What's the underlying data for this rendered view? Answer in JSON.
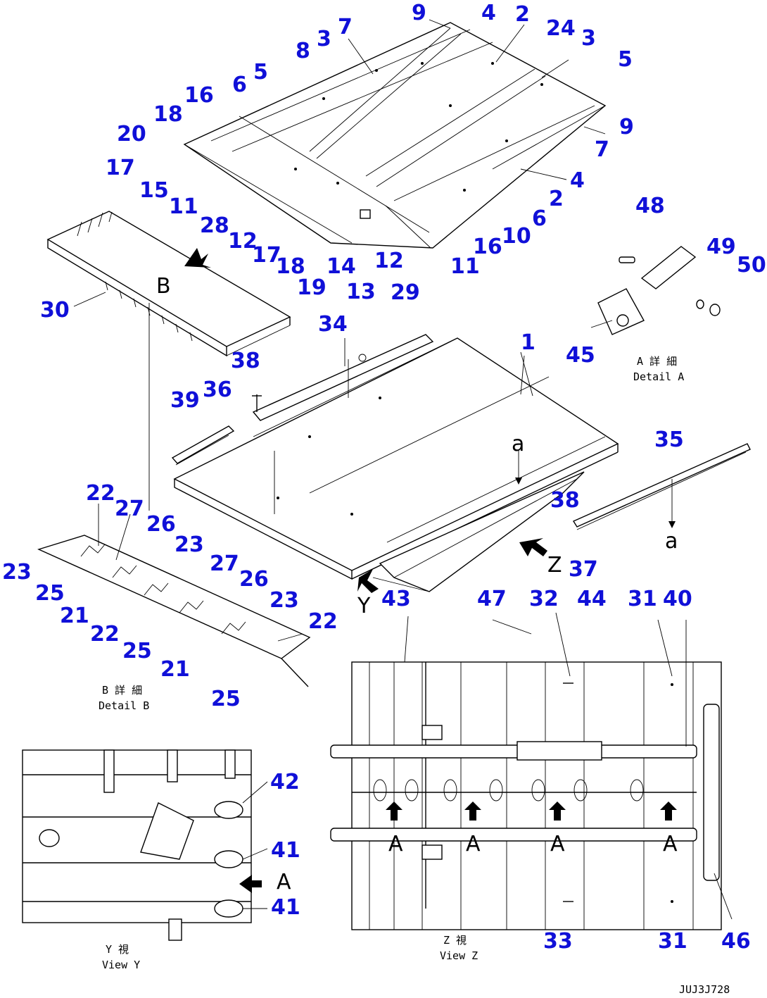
{
  "callouts": {
    "c9a": "9",
    "c4a": "4",
    "c2a": "2",
    "c7a": "7",
    "c3a": "3",
    "c24": "24",
    "c3b": "3",
    "c5a": "5",
    "c8": "8",
    "c5b": "5",
    "c6a": "6",
    "c16a": "16",
    "c18a": "18",
    "c20": "20",
    "c17a": "17",
    "c15": "15",
    "c11a": "11",
    "c28": "28",
    "c12a": "12",
    "c17b": "17",
    "c18b": "18",
    "c19": "19",
    "c14": "14",
    "c13": "13",
    "c12b": "12",
    "c29": "29",
    "c11b": "11",
    "c16b": "16",
    "c10": "10",
    "c6b": "6",
    "c2b": "2",
    "c4b": "4",
    "c7b": "7",
    "c9b": "9",
    "c48": "48",
    "c49": "49",
    "c50": "50",
    "c45": "45",
    "c30": "30",
    "c34": "34",
    "c1": "1",
    "c38a": "38",
    "c36": "36",
    "c39": "39",
    "c35": "35",
    "c38b": "38",
    "c37": "37",
    "c22a": "22",
    "c27a": "27",
    "c26a": "26",
    "c23a": "23",
    "c23b": "23",
    "c25a": "25",
    "c21a": "21",
    "c22b": "22",
    "c27b": "27",
    "c26b": "26",
    "c23c": "23",
    "c22c": "22",
    "c25b": "25",
    "c21b": "21",
    "c25c": "25",
    "c43": "43",
    "c47": "47",
    "c32": "32",
    "c44": "44",
    "c31a": "31",
    "c40": "40",
    "c42": "42",
    "c41a": "41",
    "c41b": "41",
    "c33": "33",
    "c31b": "31",
    "c46": "46"
  },
  "letters": {
    "B": "B",
    "a_top": "a",
    "a_right": "a",
    "Z": "Z",
    "Y": "Y",
    "A_view_y": "A",
    "A1": "A",
    "A2": "A",
    "A3": "A",
    "A4": "A"
  },
  "captions": {
    "detail_a_jp": "A 詳 細",
    "detail_a": "Detail A",
    "detail_b_jp": "B 詳 細",
    "detail_b": "Detail B",
    "view_y_jp": "Y 視",
    "view_y": "View Y",
    "view_z_jp": "Z 視",
    "view_z": "View Z",
    "drawing_no": "JUJ3J728"
  }
}
